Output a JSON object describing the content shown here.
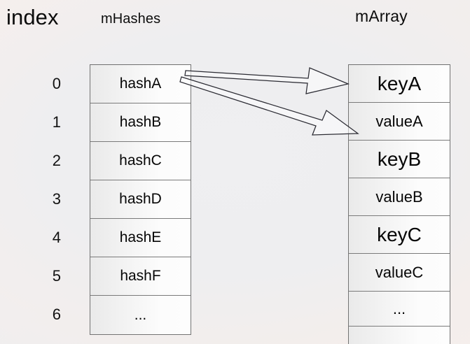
{
  "headings": {
    "index": "index",
    "mhashes": "mHashes",
    "marray": "mArray"
  },
  "index_column": {
    "values": [
      "0",
      "1",
      "2",
      "3",
      "4",
      "5",
      "6"
    ]
  },
  "mhashes_table": {
    "rows": [
      "hashA",
      "hashB",
      "hashC",
      "hashD",
      "hashE",
      "hashF",
      "..."
    ]
  },
  "marray_table": {
    "rows": [
      {
        "text": "keyA",
        "kind": "key"
      },
      {
        "text": "valueA",
        "kind": "value"
      },
      {
        "text": "keyB",
        "kind": "key"
      },
      {
        "text": "valueB",
        "kind": "value"
      },
      {
        "text": "keyC",
        "kind": "key"
      },
      {
        "text": "valueC",
        "kind": "value"
      },
      {
        "text": "...",
        "kind": "ellipsis"
      },
      {
        "text": "",
        "kind": "blank"
      }
    ]
  },
  "arrows": [
    {
      "name": "arrow-hasha-to-keya",
      "from": "hashA",
      "to": "keyA"
    },
    {
      "name": "arrow-hasha-to-valuea",
      "from": "hashA",
      "to": "valueA"
    }
  ],
  "colors": {
    "background_warm": "#f6efec",
    "background_cool": "#eeeef0",
    "cell_border": "#7a7a7a",
    "table_border": "#737373",
    "text": "#060606",
    "arrow_stroke": "#2b2b33",
    "arrow_fill": "#fdfdfd"
  }
}
